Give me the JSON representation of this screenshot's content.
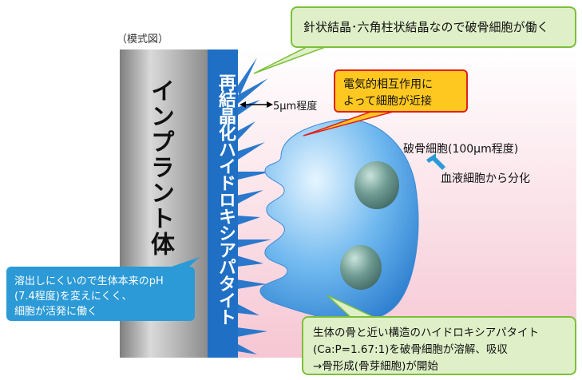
{
  "caption": "（模式図）",
  "implant_label": "インプラント体",
  "coating_label": "再結晶化ハイドロキシアパタイト",
  "crystal_note": "針状結晶･六角柱状結晶なので破骨細胞が働く",
  "electric_note_line1": "電気的相互作用に",
  "electric_note_line2": "よって細胞が近接",
  "thickness_label": "5μm程度",
  "cell_label": "破骨細胞(100μm程度)",
  "differentiation_label": "血液細胞から分化",
  "ph_note_line1": "溶出しにくいので生体本来のpH",
  "ph_note_line2": "(7.4程度)を変えにくく、",
  "ph_note_line3": "細胞が活発に働く",
  "structure_note_line1": "生体の骨と近い構造のハイドロキシアパタイト",
  "structure_note_line2": "(Ca:P=1.67:1)を破骨細胞が溶解、吸収",
  "structure_note_line3": "→骨形成(骨芽細胞)が開始",
  "colors": {
    "implant": "#9a9a9a",
    "coating": "#1f6fc4",
    "cell": "#5aa8e8",
    "nucleus": "#4f7f7a",
    "green_box": "#dff0c8",
    "green_border": "#7cbf3a",
    "yellow_box": "#ffc820",
    "red_border": "#e02020",
    "blue_box": "#2b9ad6"
  }
}
